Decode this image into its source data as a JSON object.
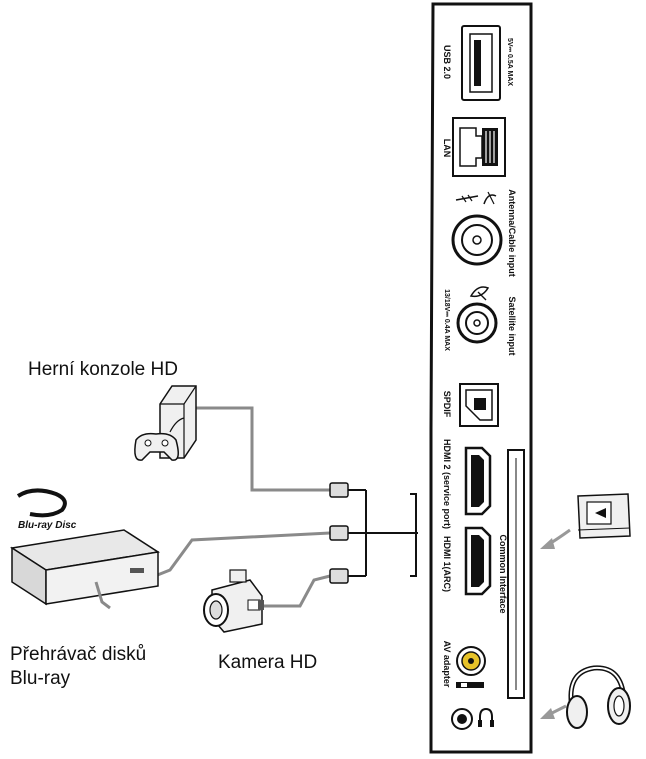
{
  "devices": {
    "game_console": "Herní konzole HD",
    "bluray_player_line1": "Přehrávač disků",
    "bluray_player_line2": "Blu-ray",
    "camera": "Kamera HD",
    "bluray_logo": "Blu-ray Disc"
  },
  "panel": {
    "usb": {
      "label": "USB 2.0",
      "spec": "5V⎓ 0.5A MAX"
    },
    "lan": {
      "label": "LAN"
    },
    "antenna": {
      "label": "Antenna/Cable input"
    },
    "satellite": {
      "label": "Satellite input",
      "spec": "13/18V⎓ 0.4A MAX"
    },
    "spdif": {
      "label": "SPDIF"
    },
    "hdmi2": {
      "label": "HDMI 2 (service port)"
    },
    "common_interface": {
      "label": "Common Interface"
    },
    "hdmi1": {
      "label": "HDMI 1(ARC)"
    },
    "av_adapter": {
      "label": "AV adapter"
    }
  },
  "colors": {
    "line": "#111111",
    "cable": "#8a8a8a",
    "device_fill": "#f0f0f0",
    "yellow_jack": "#e6c229"
  }
}
